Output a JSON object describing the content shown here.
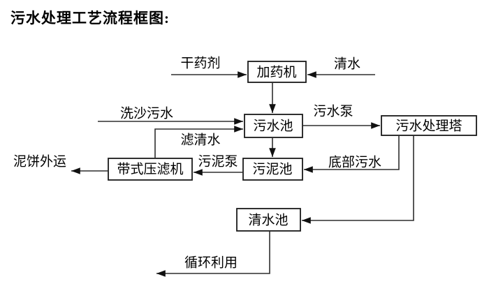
{
  "title": "污水处理工艺流程框图:",
  "colors": {
    "background": "#ffffff",
    "line": "#2e2e2e",
    "box_border": "#1a1a1a",
    "box_fill": "#ffffff",
    "text": "#000000"
  },
  "nodes": {
    "dosing_machine": {
      "label": "加药机"
    },
    "sewage_pool": {
      "label": "污水池"
    },
    "treatment_tower": {
      "label": "污水处理塔"
    },
    "sludge_pool": {
      "label": "污泥池"
    },
    "belt_filter_press": {
      "label": "带式压滤机"
    },
    "clean_water_pool": {
      "label": "清水池"
    }
  },
  "flows": {
    "dry_agent": {
      "label": "干药剂",
      "from": "external",
      "to": "dosing_machine"
    },
    "clean_water_in": {
      "label": "清水",
      "from": "external",
      "to": "dosing_machine"
    },
    "dosing_to_sewage": {
      "label": "",
      "from": "dosing_machine",
      "to": "sewage_pool"
    },
    "sand_washing_sewage": {
      "label": "洗沙污水",
      "from": "external",
      "to": "sewage_pool"
    },
    "filtered_water": {
      "label": "滤清水",
      "from": "belt_filter_press",
      "to": "sewage_pool"
    },
    "sewage_pump": {
      "label": "污水泵",
      "from": "sewage_pool",
      "to": "treatment_tower"
    },
    "sewage_to_sludge": {
      "label": "",
      "from": "sewage_pool",
      "to": "sludge_pool"
    },
    "bottom_sewage": {
      "label": "底部污水",
      "from": "treatment_tower",
      "to": "sludge_pool"
    },
    "sludge_pump": {
      "label": "污泥泵",
      "from": "sludge_pool",
      "to": "belt_filter_press"
    },
    "mud_cake_out": {
      "label": "泥饼外运",
      "from": "belt_filter_press",
      "to": "external"
    },
    "tower_to_clean_water": {
      "label": "",
      "from": "treatment_tower",
      "to": "clean_water_pool"
    },
    "recycle": {
      "label": "循环利用",
      "from": "clean_water_pool",
      "to": "external"
    }
  }
}
